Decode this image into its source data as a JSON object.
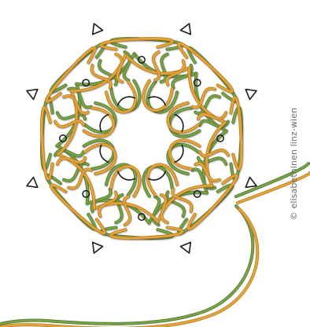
{
  "credit": "© elisabethinen linz-wien",
  "colors": {
    "background": "#ffffff",
    "cord_gold": "#e3a53a",
    "cord_gold_dark": "#b3761c",
    "cord_green": "#79a24a",
    "cord_green_dark": "#4e7428",
    "marks": "#1a1a1a",
    "credit_text": "#6c6c6c"
  },
  "motif": {
    "arms": 8,
    "triangle_marks": 8,
    "circle_marks": 8,
    "dash_marks": 8
  }
}
